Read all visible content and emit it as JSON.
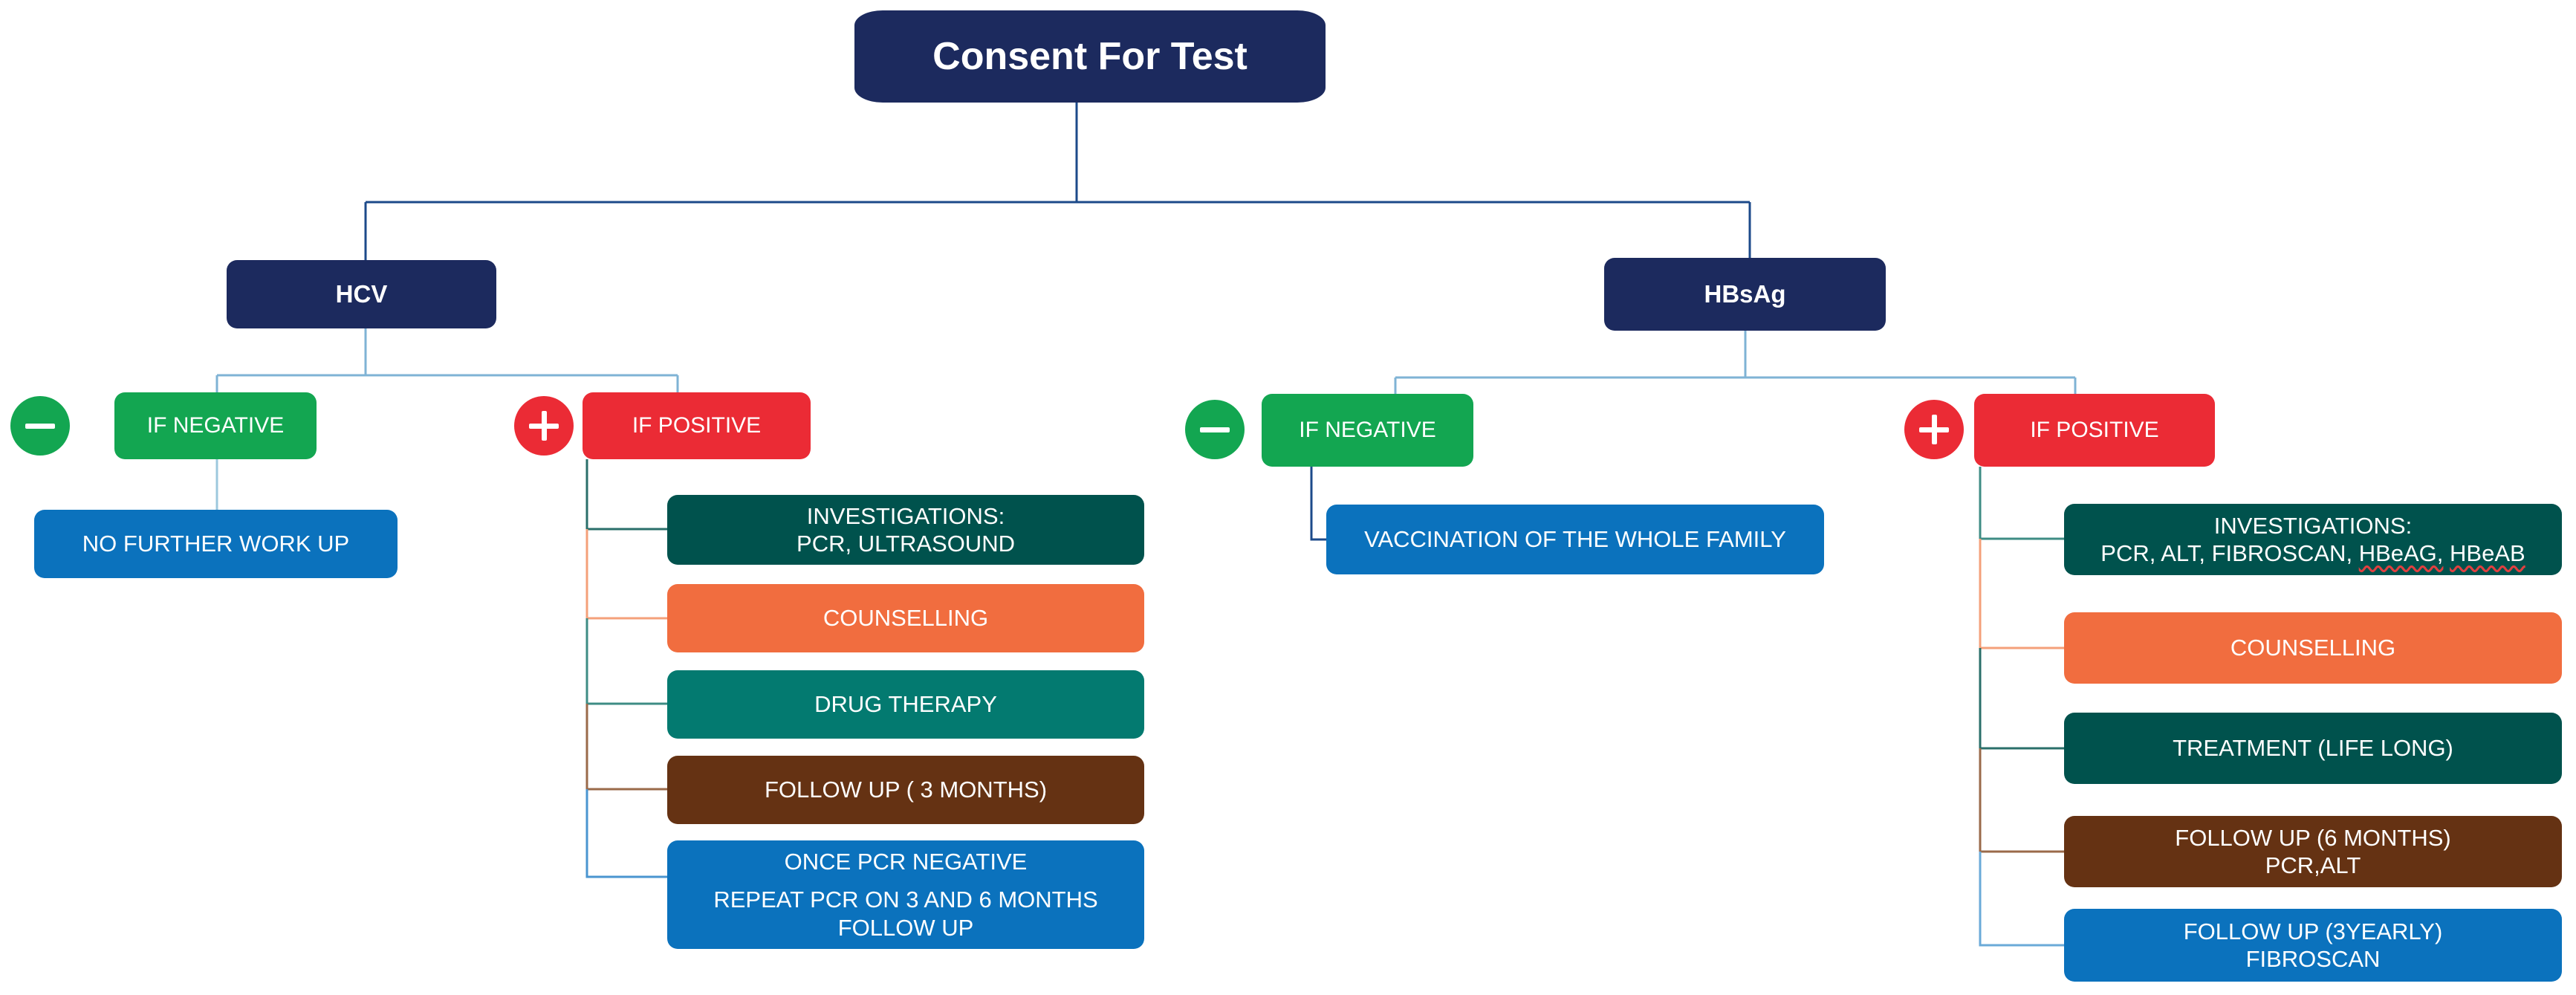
{
  "title": "Consent For Test",
  "hcv": {
    "label": "HCV",
    "negative": {
      "label": "IF NEGATIVE",
      "action": "NO FURTHER WORK UP"
    },
    "positive": {
      "label": "IF POSITIVE",
      "investigations_title": "INVESTIGATIONS:",
      "investigations_items": "PCR, ULTRASOUND",
      "counselling": "COUNSELLING",
      "drug_therapy": "DRUG THERAPY",
      "follow_up": "FOLLOW UP ( 3 MONTHS)",
      "pcr_line1": "ONCE PCR NEGATIVE",
      "pcr_line2": "REPEAT PCR ON 3 AND 6 MONTHS",
      "pcr_line3": "FOLLOW UP"
    }
  },
  "hbsag": {
    "label": "HBsAg",
    "negative": {
      "label": "IF NEGATIVE",
      "action": "VACCINATION OF THE WHOLE FAMILY"
    },
    "positive": {
      "label": "IF POSITIVE",
      "investigations_title": "INVESTIGATIONS:",
      "investigations_items": "PCR, ALT, FIBROSCAN,",
      "investigations_hbeag": "HBeAG,",
      "investigations_hbeab": "HBeAB",
      "counselling": "COUNSELLING",
      "treatment": "TREATMENT (LIFE LONG)",
      "follow_up_6_line1": "FOLLOW UP (6 MONTHS)",
      "follow_up_6_line2": "PCR,ALT",
      "follow_up_3y_line1": "FOLLOW UP (3YEARLY)",
      "follow_up_3y_line2": "FIBROSCAN"
    }
  },
  "colors": {
    "navy": "#1c2a5e",
    "blue": "#0b72bd",
    "green": "#13a651",
    "red": "#eb2b35",
    "dark_teal": "#00524d",
    "teal": "#037a70",
    "orange": "#f16d3f",
    "brown": "#653213"
  },
  "icons": {
    "negative": "minus-circle-icon",
    "positive": "plus-circle-icon"
  }
}
